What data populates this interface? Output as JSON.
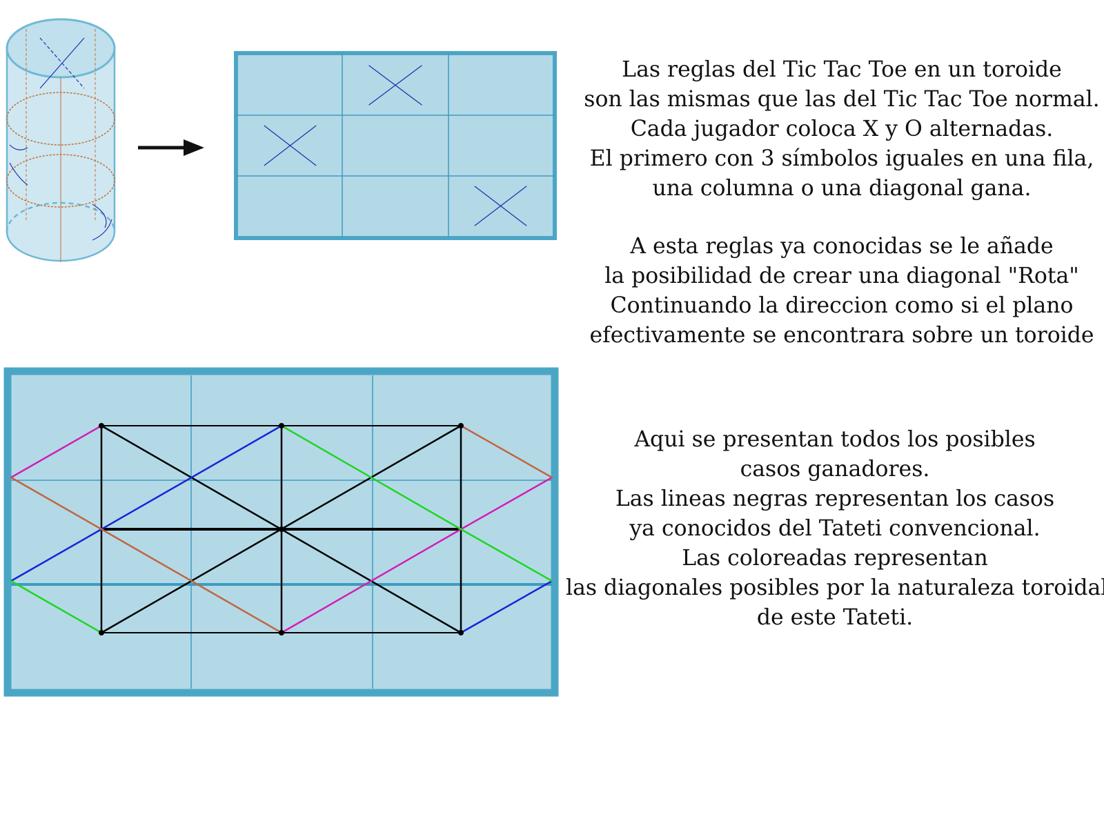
{
  "rules_text": [
    "Las reglas del Tic Tac Toe en un toroide",
    "son las mismas que las del Tic Tac Toe normal.",
    "Cada jugador coloca X y O alternadas.",
    "El primero con 3 símbolos iguales en una fila,",
    "una columna o una diagonal gana."
  ],
  "broken_diagonal_text": [
    "A esta reglas ya conocidas se le añade",
    "la posibilidad de crear una diagonal \"Rota\"",
    "Continuando la direccion como si el plano",
    "efectivamente se encontrara sobre un toroide"
  ],
  "winning_cases_text": [
    "Aqui se presentan todos los posibles",
    "casos ganadores.",
    "Las lineas negras representan los casos",
    "ya conocidos del Tateti convencional.",
    "Las coloreadas representan",
    "las diagonales posibles por la naturaleza toroidal",
    "de este Tateti."
  ],
  "colors": {
    "board_fill": "#b3d9e7",
    "board_border": "#4ba6c6",
    "grid_line": "#3c9cc0",
    "mark_x": "#2233aa",
    "cylinder_band": "#c0703a",
    "conventional_line": "#000000",
    "magenta": "#d21fb4",
    "blue": "#1a23d8",
    "green": "#1fd61f",
    "brown": "#c0663f"
  },
  "top_board": {
    "x_marks": [
      {
        "row": 1,
        "col": 2
      },
      {
        "row": 2,
        "col": 1
      },
      {
        "row": 3,
        "col": 3
      }
    ]
  },
  "icons": [
    "cylinder-icon",
    "arrow-right-icon"
  ]
}
